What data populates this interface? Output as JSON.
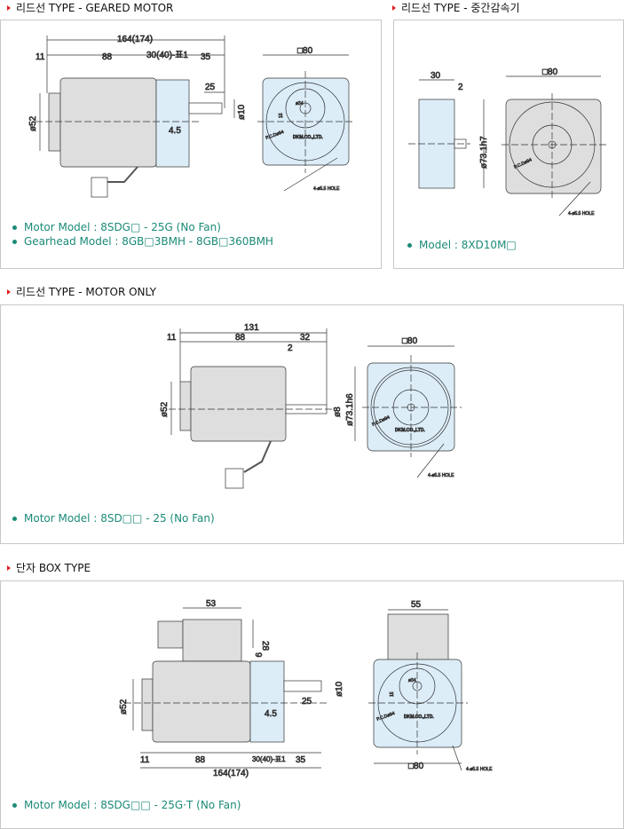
{
  "sections": [
    {
      "title": "리드선 TYPE - GEARED MOTOR",
      "specs": [
        "Motor Model : 8SDG□ - 25G (No Fan)",
        "Gearhead Model : 8GB□3BMH - 8GB□360BMH"
      ],
      "dims": {
        "total": "164(174)",
        "d11": "11",
        "d88": "88",
        "gear": "30(40)-표1",
        "d35": "35",
        "d25": "25",
        "shaft": "ø10",
        "body": "ø52",
        "offset": "4.5",
        "square": "□80",
        "hub": "ø34",
        "d15": "15",
        "pcd": "P.C.Dø94",
        "maker": "DKM.CO.,LTD.",
        "hole": "4-ø5.5 HOLE"
      }
    },
    {
      "title": "리드선 TYPE - 중간감속기",
      "specs": [
        "Model : 8XD10M□"
      ],
      "dims": {
        "d30": "30",
        "d2": "2",
        "square": "□80",
        "pilot": "ø73.1h7",
        "pcd": "P.C.Dø94",
        "hole": "4-ø5.5 HOLE"
      }
    },
    {
      "title": "리드선 TYPE - MOTOR ONLY",
      "specs": [
        "Motor Model : 8SD□□ - 25 (No Fan)"
      ],
      "dims": {
        "total": "131",
        "d11": "11",
        "d88": "88",
        "d32": "32",
        "d2": "2",
        "shaft": "ø8",
        "pilot": "ø73.1h6",
        "body": "ø52",
        "square": "□80",
        "pcd": "P.C.Dø94",
        "maker": "DKM.CO.,LTD.",
        "hole": "4-ø5.5 HOLE"
      }
    },
    {
      "title": "단자 BOX TYPE",
      "specs": [
        "Motor Model : 8SDG□□ - 25G·T (No Fan)"
      ],
      "dims": {
        "d53": "53",
        "d28": "28",
        "d9": "9",
        "shaft": "ø10",
        "d25": "25",
        "offset": "4.5",
        "body": "ø52",
        "d11": "11",
        "d88": "88",
        "gear": "30(40)-표1",
        "d35": "35",
        "total": "164(174)",
        "d55": "55",
        "square": "□80",
        "hub": "ø34",
        "d15": "15",
        "pcd": "P.C.Dø94",
        "maker": "DKM.CO.,LTD.",
        "hole": "4-ø5.5 HOLE"
      }
    }
  ],
  "colors": {
    "spec_text": "#1b8a78",
    "arrow": "#e02020",
    "motor": "#dedede",
    "gear": "#dcedf8"
  }
}
